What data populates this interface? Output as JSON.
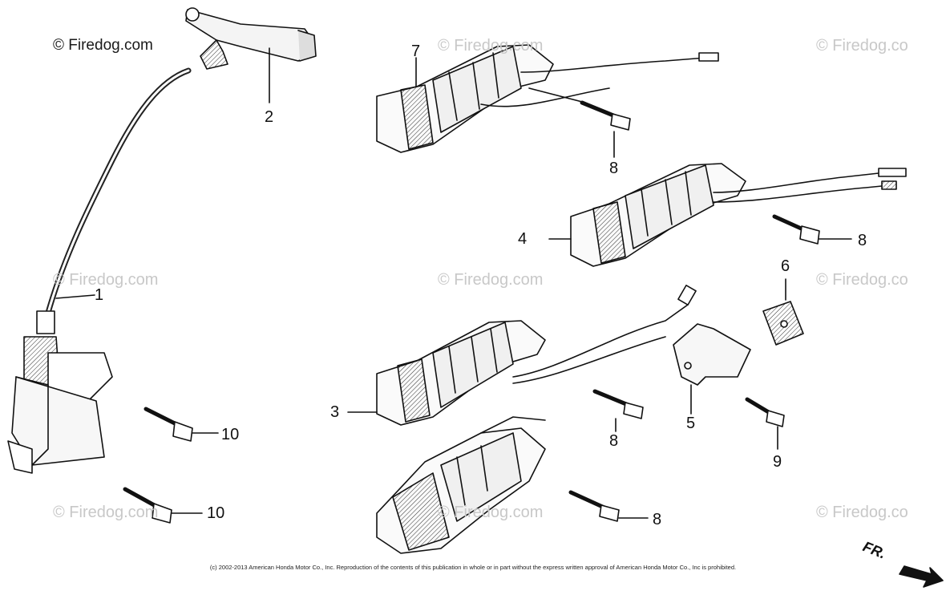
{
  "watermarks": [
    "© Firedog.com",
    "© Firedog.com",
    "© Firedog.co",
    "© Firedog.com",
    "© Firedog.com",
    "© Firedog.co",
    "© Firedog.com",
    "© Firedog.com",
    "© Firedog.co"
  ],
  "watermark_main": "© Firedog.com",
  "callouts": [
    "1",
    "2",
    "3",
    "4",
    "5",
    "6",
    "7",
    "8",
    "8",
    "8",
    "8",
    "9",
    "10",
    "10"
  ],
  "copyright": "(c) 2002-2013 American Honda Motor Co., Inc. Reproduction of the contents of this publication in whole or in part without the express written approval of American Honda Motor Co., Inc is prohibited.",
  "direction_label": "FR."
}
